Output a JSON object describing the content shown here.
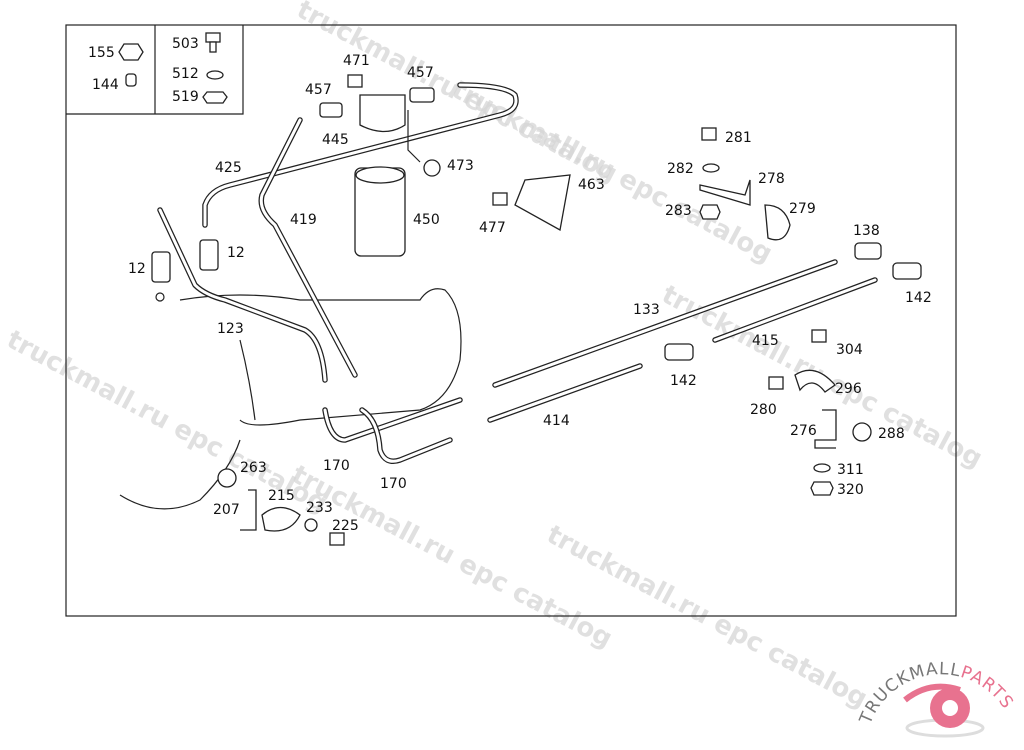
{
  "diagram": {
    "legend_box_labels": [
      "155",
      "144",
      "503",
      "512",
      "519"
    ],
    "labels": [
      "471",
      "457",
      "457",
      "445",
      "473",
      "425",
      "419",
      "450",
      "463",
      "477",
      "281",
      "282",
      "278",
      "283",
      "279",
      "138",
      "142",
      "133",
      "12",
      "12",
      "123",
      "415",
      "304",
      "142",
      "296",
      "280",
      "414",
      "276",
      "288",
      "311",
      "320",
      "170",
      "170",
      "263",
      "215",
      "207",
      "233",
      "225"
    ]
  },
  "watermark": {
    "text": "truckmall.ru epc catalog",
    "color": "#d6d6d6"
  },
  "logo": {
    "text_gray": "TRUCKMALL",
    "text_pink": "PARTS",
    "gray": "#777777",
    "pink": "#e8728f"
  }
}
